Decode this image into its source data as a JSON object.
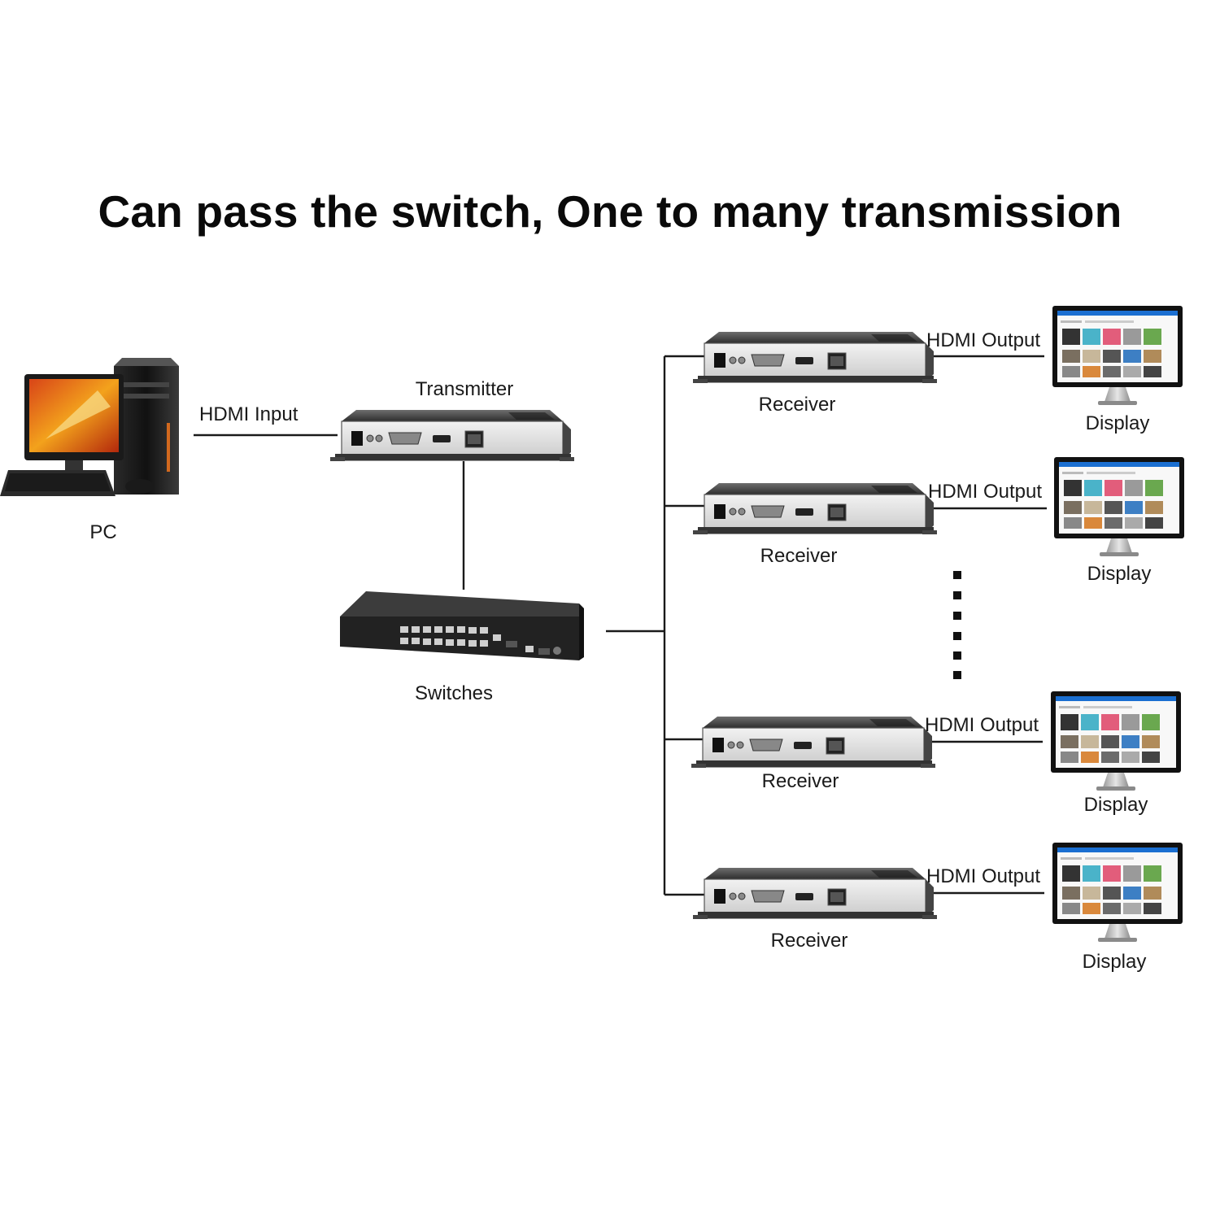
{
  "title": "Can pass the switch, One to many transmission",
  "nodes": {
    "pc": {
      "label": "PC"
    },
    "transmitter": {
      "label": "Transmitter"
    },
    "switch": {
      "label": "Switches"
    },
    "receivers": [
      {
        "label": "Receiver"
      },
      {
        "label": "Receiver"
      },
      {
        "label": "Receiver"
      },
      {
        "label": "Receiver"
      }
    ],
    "displays": [
      {
        "label": "Display"
      },
      {
        "label": "Display"
      },
      {
        "label": "Display"
      },
      {
        "label": "Display"
      }
    ]
  },
  "edges": {
    "input": {
      "label": "HDMI Input"
    },
    "outputs": [
      {
        "label": "HDMI Output"
      },
      {
        "label": "HDMI Output"
      },
      {
        "label": "HDMI Output"
      },
      {
        "label": "HDMI Output"
      }
    ]
  },
  "colors": {
    "line": "#1a1a1a",
    "device_body": "#3a3a3a",
    "device_panel": "#d9d9d9",
    "screen_accent": "#1b6fd1"
  }
}
